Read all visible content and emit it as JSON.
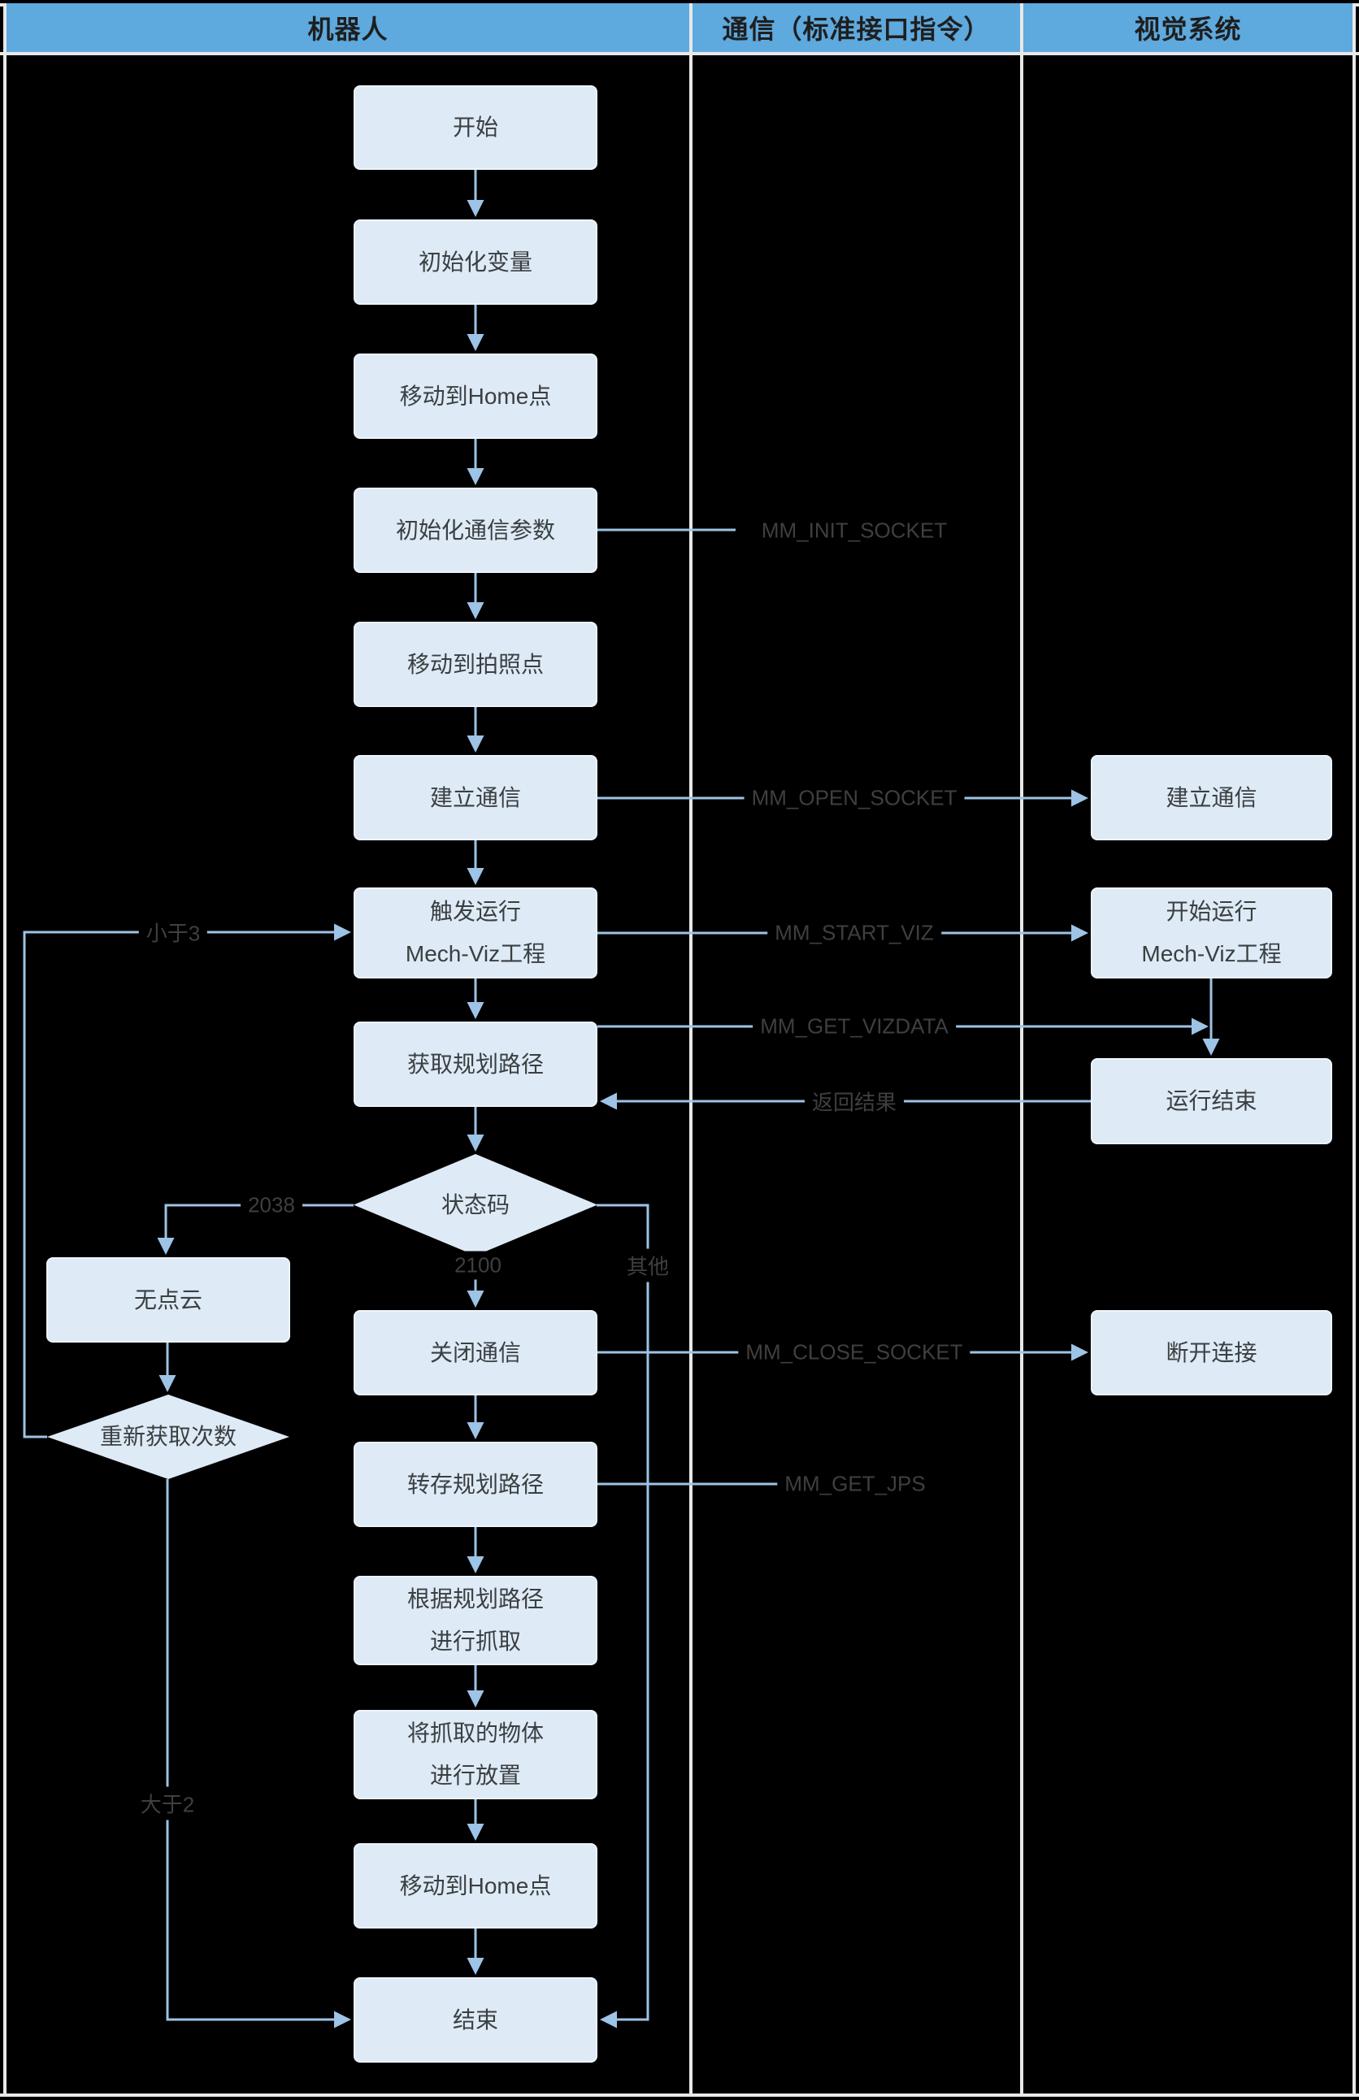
{
  "lanes": [
    {
      "title": "机器人"
    },
    {
      "title": "通信（标准接口指令）"
    },
    {
      "title": "视觉系统"
    }
  ],
  "nodes": {
    "start": "开始",
    "init_vars": "初始化变量",
    "move_home_1": "移动到Home点",
    "init_comm_params": "初始化通信参数",
    "move_photo": "移动到拍照点",
    "establish_comm": "建立通信",
    "trigger_viz": "触发运行\nMech-Viz工程",
    "get_path": "获取规划路径",
    "status_code": "状态码",
    "no_point_cloud": "无点云",
    "retry_count": "重新获取次数",
    "close_comm": "关闭通信",
    "save_path": "转存规划路径",
    "grab": "根据规划路径\n进行抓取",
    "place": "将抓取的物体\n进行放置",
    "move_home_2": "移动到Home点",
    "end": "结束",
    "v_establish_comm": "建立通信",
    "v_start_viz": "开始运行\nMech-Viz工程",
    "v_run_end": "运行结束",
    "v_disconnect": "断开连接"
  },
  "edge_labels": {
    "mm_init_socket": "MM_INIT_SOCKET",
    "mm_open_socket": "MM_OPEN_SOCKET",
    "mm_start_viz": "MM_START_VIZ",
    "mm_get_vizdata": "MM_GET_VIZDATA",
    "return_result": "返回结果",
    "mm_close_socket": "MM_CLOSE_SOCKET",
    "mm_get_jps": "MM_GET_JPS",
    "code_2038": "2038",
    "code_2100": "2100",
    "other": "其他",
    "less_than_3": "小于3",
    "greater_than_2": "大于2"
  },
  "colors": {
    "background": "#000000",
    "border": "#E8E8E8",
    "header_bg": "#5EA9DD",
    "header_text": "#1E1E1E",
    "node_fill": "#DEEAF6",
    "node_text": "#3A3F41",
    "line": "#9DC3E6",
    "edge_label_text": "#3F3F3F"
  }
}
